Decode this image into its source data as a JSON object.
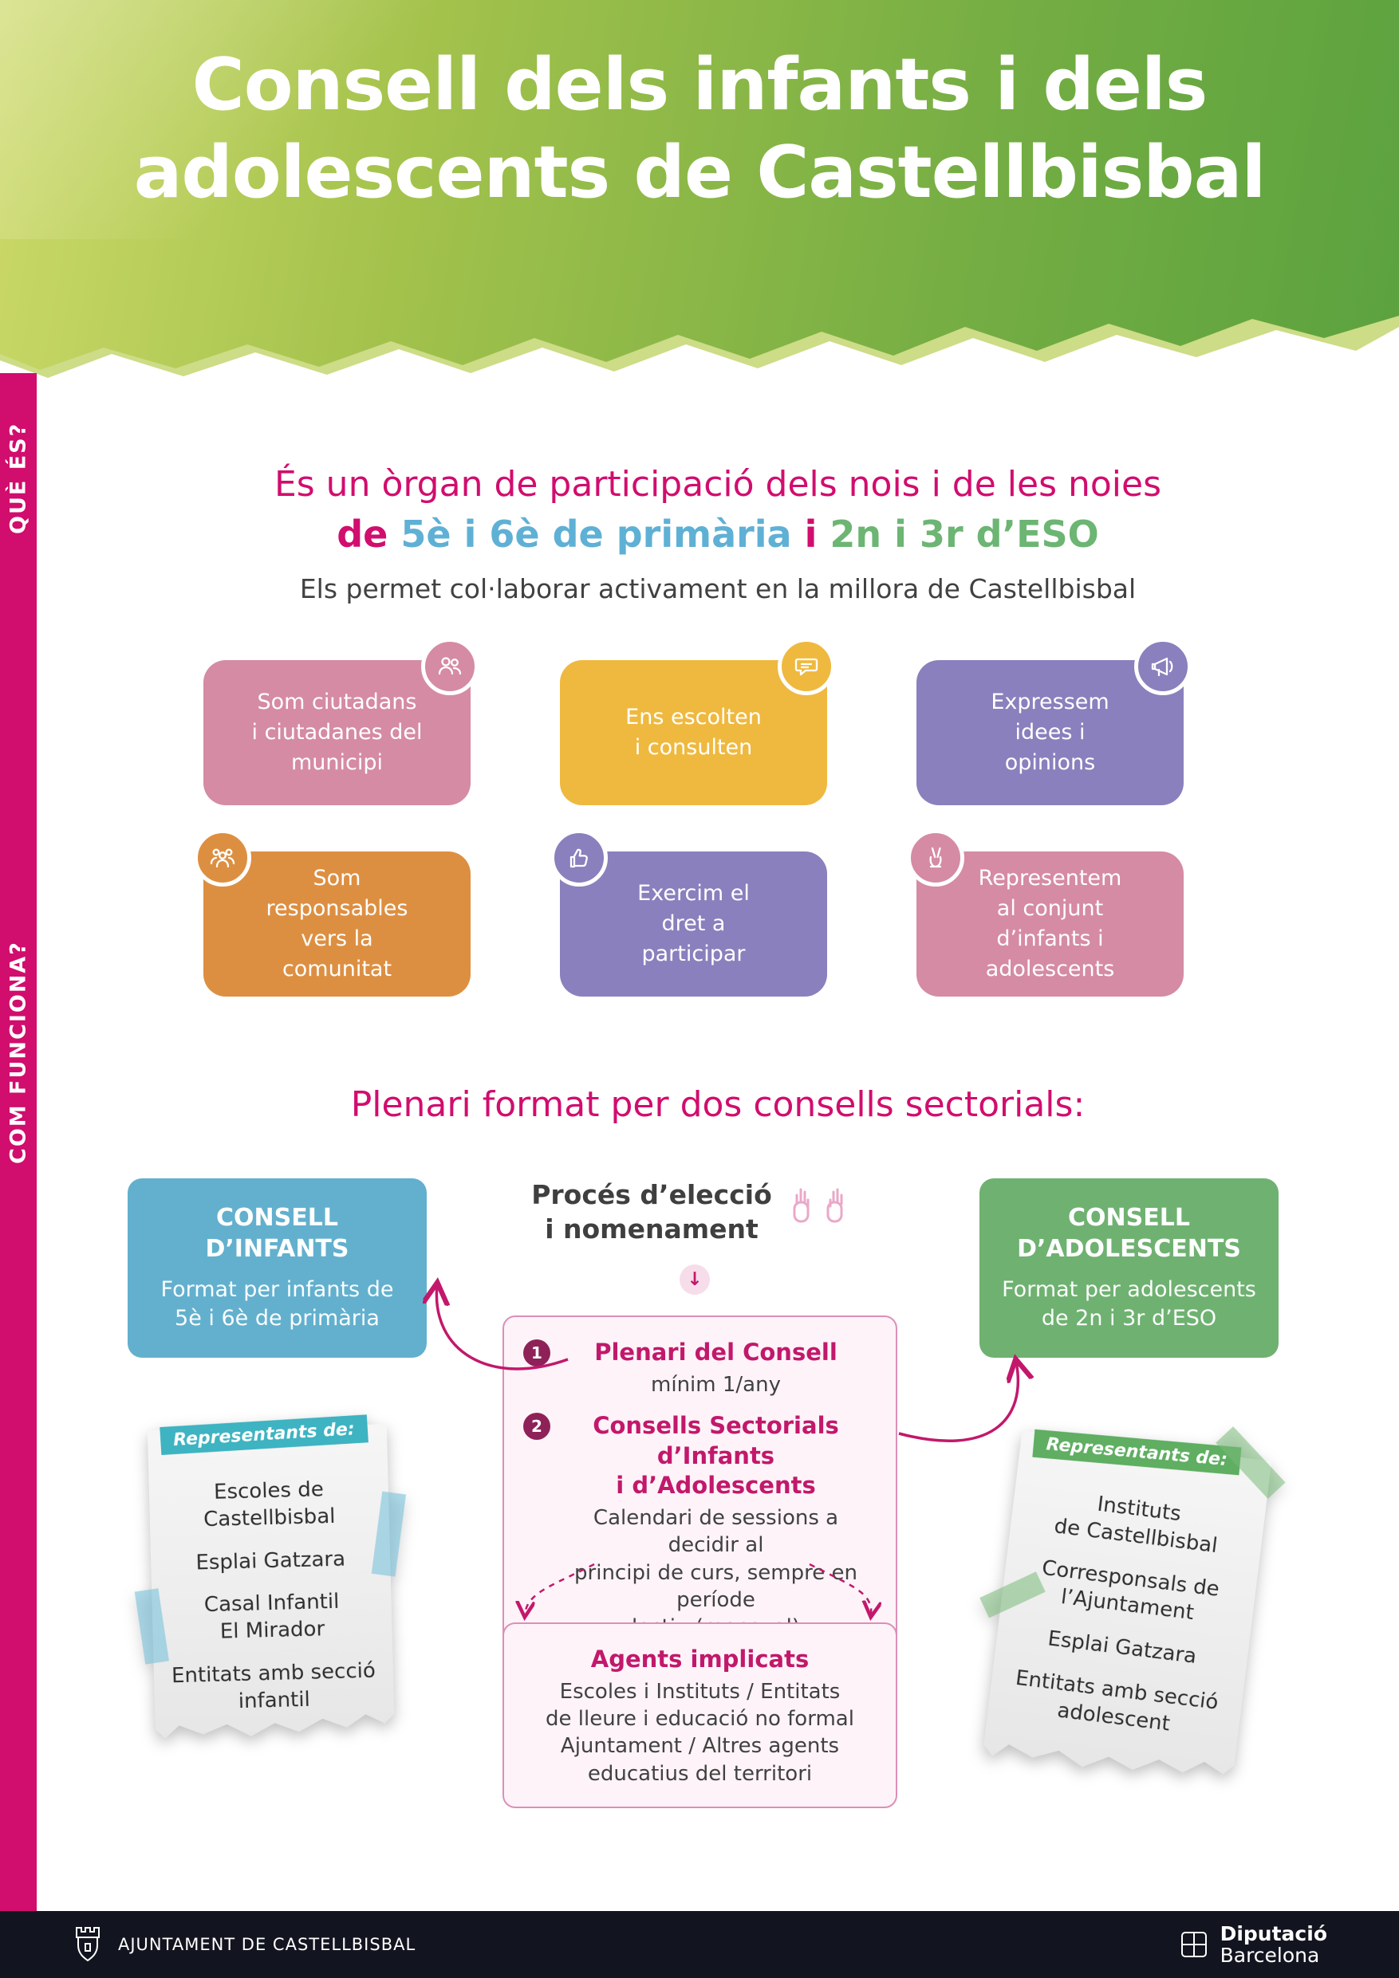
{
  "header": {
    "title": "Consell dels infants i dels\nadolescents de Castellbisbal"
  },
  "sidebar": {
    "que_es": "QUÈ ÉS?",
    "com_funciona": "COM FUNCIONA?"
  },
  "que_es": {
    "intro_line1": "És un òrgan de participació dels nois i de les noies",
    "intro_de": "de ",
    "intro_primaria": "5è i 6è de primària",
    "intro_i": " i ",
    "intro_eso": "2n i 3r d’ESO",
    "subtitle": "Els permet col·laborar activament en la millora de Castellbisbal",
    "cards": [
      {
        "text": "Som ciutadans\ni ciutadanes del\nmunicipi",
        "icon": "people-icon",
        "color": "#d58ba3"
      },
      {
        "text": "Ens escolten\ni consulten",
        "icon": "speech-bubble-icon",
        "color": "#efb93f"
      },
      {
        "text": "Expressem\nidees i\nopinions",
        "icon": "megaphone-icon",
        "color": "#8a80bd"
      },
      {
        "text": "Som\nresponsables\nvers la\ncomunitat",
        "icon": "community-icon",
        "color": "#dd8f41"
      },
      {
        "text": "Exercim el\ndret a\nparticipar",
        "icon": "thumbs-up-icon",
        "color": "#8a80bd"
      },
      {
        "text": "Representem\nal conjunt\nd’infants i\nadolescents",
        "icon": "victory-hand-icon",
        "color": "#d58ba3"
      }
    ]
  },
  "com_funciona": {
    "heading": "Plenari format per dos consells sectorials:",
    "consell_infants": {
      "title": "CONSELL\nD’INFANTS",
      "body": "Format per infants de\n5è i 6è de primària",
      "color": "#62b0ce"
    },
    "proces": {
      "line1": "Procés d’elecció",
      "line2": "i nomenament",
      "arrow": "↓"
    },
    "consell_adolescents": {
      "title": "CONSELL\nD’ADOLESCENTS",
      "body": "Format per adolescents\nde 2n i 3r d’ESO",
      "color": "#6fb171"
    },
    "plenari_box": {
      "item1_num": "1",
      "item1_title": "Plenari del Consell",
      "item1_body": "mínim 1/any",
      "item2_num": "2",
      "item2_title": "Consells Sectorials d’Infants\ni d’Adolescents",
      "item2_body": "Calendari de sessions a decidir al\nprincipi de curs, sempre en període\nlectiu (mensual)"
    },
    "agents_box": {
      "title": "Agents implicats",
      "body": "Escoles i Instituts / Entitats\nde lleure i educació no formal\nAjuntament / Altres agents\neducatius del territori"
    },
    "left_note": {
      "label": "Representants de:",
      "items": [
        "Escoles de\nCastellbisbal",
        "Esplai Gatzara",
        "Casal Infantil\nEl Mirador",
        "Entitats amb secció\ninfantil"
      ]
    },
    "right_note": {
      "label": "Representants de:",
      "items": [
        "Instituts\nde Castellbisbal",
        "Corresponsals de\nl’Ajuntament",
        "Esplai Gatzara",
        "Entitats amb secció\nadolescent"
      ]
    }
  },
  "footer": {
    "left": "AJUNTAMENT DE CASTELLBISBAL",
    "right_line1": "Diputació",
    "right_line2": "Barcelona"
  },
  "colors": {
    "accent_magenta": "#d10d6e",
    "header_green_light": "#ccd968",
    "header_green_dark": "#5ba23f",
    "blue_text": "#5fb0d5",
    "green_text": "#6cb573",
    "dark_text": "#414141",
    "card_pink": "#d58ba3",
    "card_yellow": "#efb93f",
    "card_purple": "#8a80bd",
    "card_orange": "#dd8f41",
    "badge_dark_magenta": "#8e2158",
    "pink_box_border": "#dc8fb8",
    "pink_box_bg": "#fdf3f8",
    "note_ribbon_teal": "#3eb3c1",
    "note_ribbon_green": "#5fae62",
    "footer_bg": "#12151f"
  }
}
